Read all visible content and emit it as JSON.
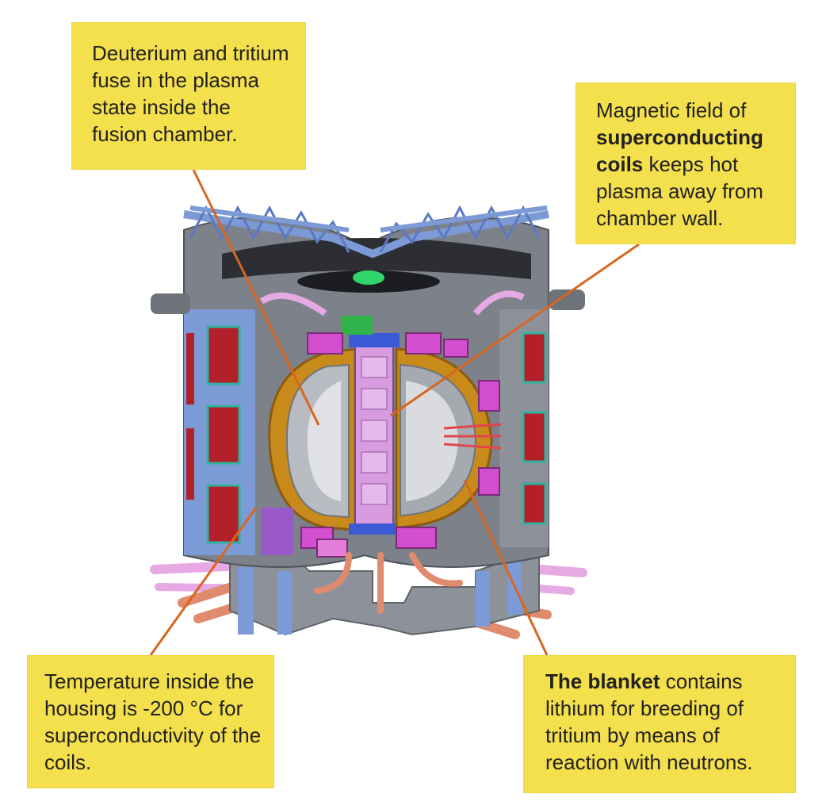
{
  "callouts": {
    "fusion": {
      "text": "Deuterium and tritium fuse in the plasma state inside the fusion chamber."
    },
    "magnetic": {
      "pre": "Magnetic field of ",
      "bold": "superconducting coils",
      "post": " keeps hot plasma away from chamber wall."
    },
    "temperature": {
      "text": "Temperature inside the housing is -200 °C for superconductivity of the coils."
    },
    "blanket": {
      "bold": "The blanket",
      "post": " contains lithium for breeding of tritium by means of reaction with neutrons."
    }
  },
  "colors": {
    "callout_bg": "#f4df4c",
    "leader_line": "#d9661f",
    "housing_gray": "#8d9199",
    "truss_blue": "#7b9ad6",
    "coil_red": "#b3202a",
    "coil_gold": "#c98a1c",
    "magenta": "#d34fd0",
    "pipe_pink": "#e7a9e4",
    "pipe_salmon": "#e08a6e"
  }
}
